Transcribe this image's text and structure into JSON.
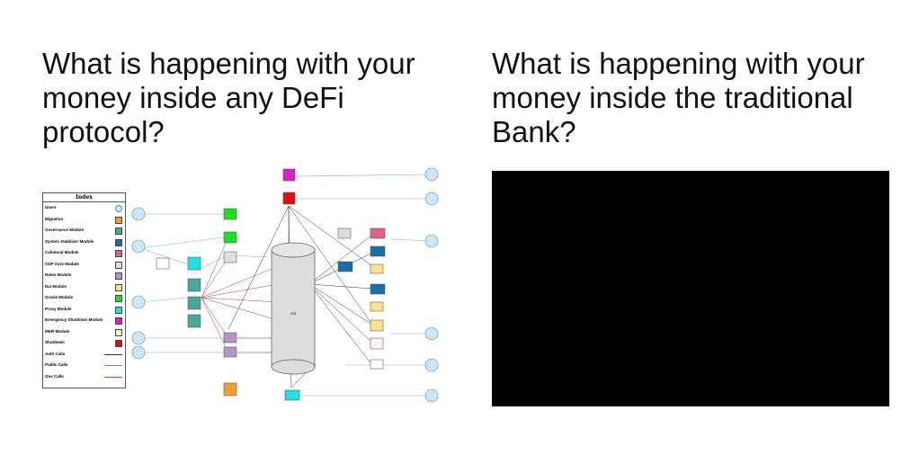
{
  "captions": {
    "left": "What is happening with your money inside any DeFi protocol?",
    "right": "What is happening with your money inside the traditional Bank?"
  },
  "legend": {
    "title": "Index",
    "items": [
      {
        "label": "Users",
        "shape": "circle",
        "color": "#cde7f5"
      },
      {
        "label": "Migration",
        "shape": "square",
        "color": "#f0a030"
      },
      {
        "label": "Governance Module",
        "shape": "square",
        "color": "#4aa89a"
      },
      {
        "label": "System Stabilizer Module",
        "shape": "square",
        "color": "#1a6fa8"
      },
      {
        "label": "Collateral Module",
        "shape": "square",
        "color": "#e0608a"
      },
      {
        "label": "CDP Core Module",
        "shape": "square",
        "color": "#dddddd"
      },
      {
        "label": "Rates Module",
        "shape": "square",
        "color": "#b496c0"
      },
      {
        "label": "Dai Module",
        "shape": "square",
        "color": "#ffe090"
      },
      {
        "label": "Oracle Module",
        "shape": "square",
        "color": "#22dd22"
      },
      {
        "label": "Proxy Module",
        "shape": "square",
        "color": "#22e0e0"
      },
      {
        "label": "Emergency Shutdown Module",
        "shape": "square",
        "color": "#dd22cc"
      },
      {
        "label": "MKR Module",
        "shape": "square",
        "color": "#fff0b0"
      },
      {
        "label": "Shutdown",
        "shape": "square",
        "color": "#dd1111"
      },
      {
        "label": "Auth Calls",
        "shape": "line",
        "color": "#333333"
      },
      {
        "label": "Public Calls",
        "shape": "line",
        "color": "#4a90c0"
      },
      {
        "label": "Gov Calls",
        "shape": "line",
        "color": "#c04040"
      }
    ]
  },
  "diagram": {
    "center_label": "vat"
  }
}
